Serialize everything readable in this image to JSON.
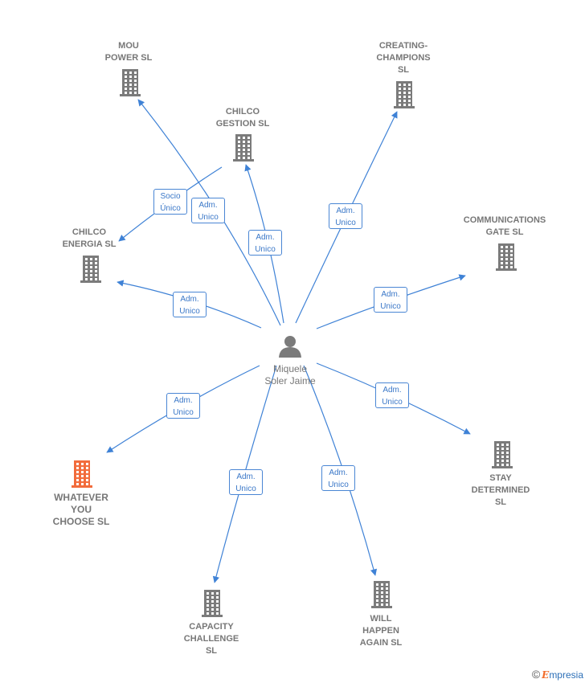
{
  "person": {
    "name_line1": "Miquele",
    "name_line2": "Soler Jaime"
  },
  "companies": [
    {
      "id": "mou",
      "lines": [
        "MOU",
        "POWER  SL"
      ],
      "highlight": false
    },
    {
      "id": "chilco-gestion",
      "lines": [
        "CHILCO",
        "GESTION  SL"
      ],
      "highlight": false
    },
    {
      "id": "creating",
      "lines": [
        "CREATING-",
        "CHAMPIONS",
        "SL"
      ],
      "highlight": false
    },
    {
      "id": "chilco-energia",
      "lines": [
        "CHILCO",
        "ENERGIA  SL"
      ],
      "highlight": false
    },
    {
      "id": "communications",
      "lines": [
        "COMMUNICATIONS",
        "GATE  SL"
      ],
      "highlight": false
    },
    {
      "id": "whatever",
      "lines": [
        "WHATEVER",
        "YOU",
        "CHOOSE  SL"
      ],
      "highlight": true
    },
    {
      "id": "stay",
      "lines": [
        "STAY",
        "DETERMINED",
        "SL"
      ],
      "highlight": false
    },
    {
      "id": "capacity",
      "lines": [
        "CAPACITY",
        "CHALLENGE",
        "SL"
      ],
      "highlight": false
    },
    {
      "id": "will",
      "lines": [
        "WILL",
        "HAPPEN",
        "AGAIN  SL"
      ],
      "highlight": false
    }
  ],
  "edges": [
    {
      "line1": "Adm.",
      "line2": "Unico"
    },
    {
      "line1": "Adm.",
      "line2": "Unico"
    },
    {
      "line1": "Adm.",
      "line2": "Unico"
    },
    {
      "line1": "Socio",
      "line2": "Único"
    },
    {
      "line1": "Adm.",
      "line2": "Unico"
    },
    {
      "line1": "Adm.",
      "line2": "Unico"
    },
    {
      "line1": "Adm.",
      "line2": "Unico"
    },
    {
      "line1": "Adm.",
      "line2": "Unico"
    },
    {
      "line1": "Adm.",
      "line2": "Unico"
    },
    {
      "line1": "Adm.",
      "line2": "Unico"
    }
  ],
  "footer": {
    "copyright": "©",
    "brand_e": "E",
    "brand_rest": "mpresia"
  },
  "colors": {
    "edge": "#3f82d6",
    "building": "#7b7b7b",
    "highlight": "#f26c3c",
    "person": "#7b7b7b"
  }
}
